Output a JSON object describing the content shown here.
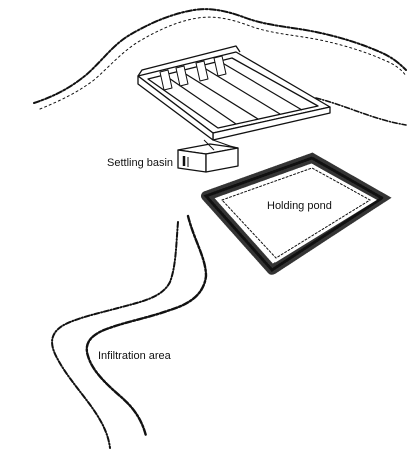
{
  "labels": {
    "settling_basin": "Settling basin",
    "holding_pond": "Holding pond",
    "infiltration_area": "Infiltration area"
  },
  "colors": {
    "ink": "#111111",
    "background": "#ffffff"
  }
}
